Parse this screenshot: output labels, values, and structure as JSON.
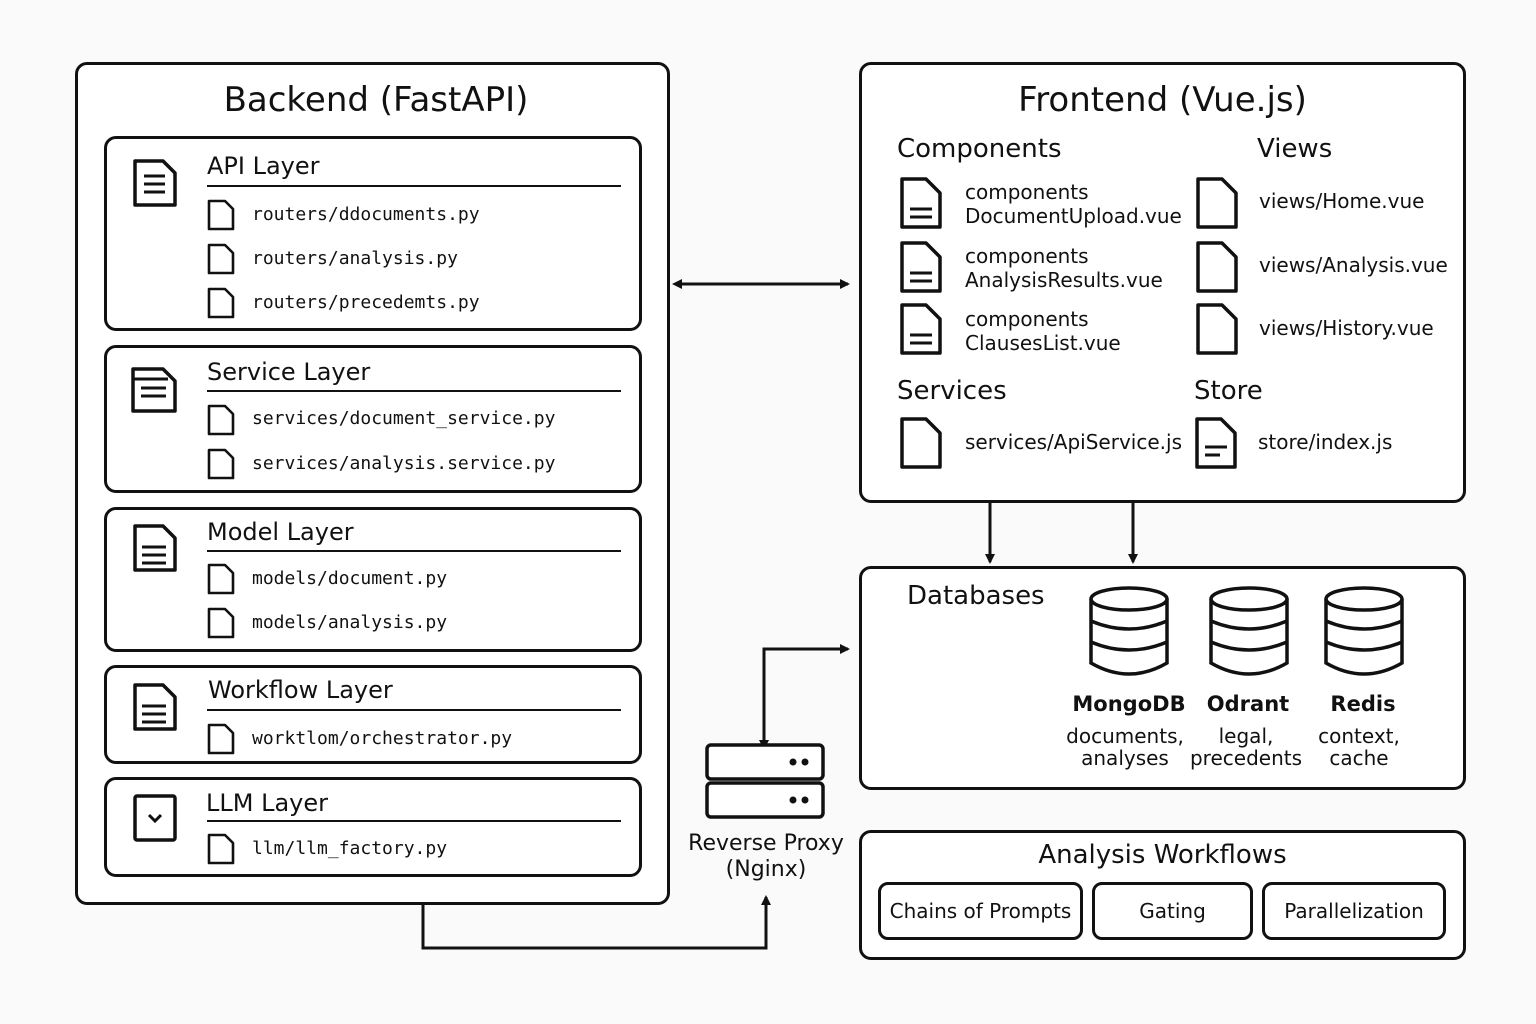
{
  "backend": {
    "title": "Backend (FastAPI)",
    "layers": {
      "api": {
        "title": "API Layer",
        "files": [
          "routers/ddocuments.py",
          "routers/analysis.py",
          "routers/precedemts.py"
        ]
      },
      "service": {
        "title": "Service Layer",
        "files": [
          "services/document_service.py",
          "services/analysis.service.py"
        ]
      },
      "model": {
        "title": "Model Layer",
        "files": [
          "models/document.py",
          "models/analysis.py"
        ]
      },
      "workflow": {
        "title": "Workflow Layer",
        "files": [
          "worktlom/orchestrator.py"
        ]
      },
      "llm": {
        "title": "LLM Layer",
        "files": [
          "llm/llm_factory.py"
        ]
      }
    }
  },
  "frontend": {
    "title": "Frontend (Vue.js)",
    "components_title": "Components",
    "components": [
      {
        "line1": "components",
        "line2": "DocumentUpload.vue"
      },
      {
        "line1": "components",
        "line2": "AnalysisResults.vue"
      },
      {
        "line1": "components",
        "line2": "ClausesList.vue"
      }
    ],
    "views_title": "Views",
    "views": [
      "views/Home.vue",
      "views/Analysis.vue",
      "views/History.vue"
    ],
    "services_title": "Services",
    "service_file": "services/ApiService.js",
    "store_title": "Store",
    "store_file": "store/index.js"
  },
  "databases": {
    "title": "Databases",
    "items": [
      {
        "name": "MongoDB",
        "line1": "documents,",
        "line2": "analyses"
      },
      {
        "name": "Odrant",
        "line1": "legal,",
        "line2": "precedents"
      },
      {
        "name": "Redis",
        "line1": "context,",
        "line2": "cache"
      }
    ]
  },
  "proxy": {
    "line1": "Reverse Proxy",
    "line2": "(Nginx)"
  },
  "workflows": {
    "title": "Analysis Workflows",
    "items": [
      "Chains of Prompts",
      "Gating",
      "Parallelization"
    ]
  },
  "icons": {
    "layer_icon": "document-lines-icon",
    "llm_icon": "chevron-down-box-icon",
    "file_icon": "file-icon",
    "file_lines_icon": "file-lines-icon",
    "db_icon": "database-icon",
    "server_icon": "server-icon"
  }
}
